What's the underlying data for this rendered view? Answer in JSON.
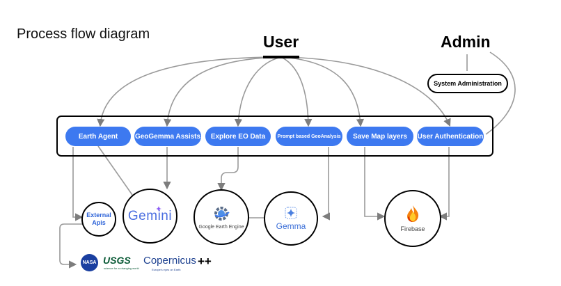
{
  "title": "Process flow diagram",
  "actors": {
    "user": "User",
    "admin": "Admin"
  },
  "admin_box": "System Administration",
  "features": [
    "Earth Agent",
    "GeoGemma Assists",
    "Explore EO Data",
    "Prompt based GeoAnalysis",
    "Save Map layers",
    "User Authentication"
  ],
  "services": {
    "external_apis": [
      "External",
      "Apis"
    ],
    "gemini": "Gemini",
    "google_earth_engine": "Google Earth Engine",
    "gemma": "Gemma",
    "firebase": "Firebase"
  },
  "data_sources": {
    "nasa": "NASA",
    "usgs": "USGS",
    "usgs_tagline": "science for a changing world",
    "copernicus": "Copernicus",
    "copernicus_tagline": "Europe's eyes on Earth",
    "more": "++"
  },
  "colors": {
    "pill": "#3d79f0",
    "line": "#9a9a9a",
    "arrow": "#7d7d7d"
  },
  "icons": [
    "gemini-sparkle-icon",
    "earth-engine-gear-icon",
    "gemma-sparkle-icon",
    "firebase-flame-icon",
    "nasa-logo",
    "usgs-logo",
    "copernicus-logo"
  ]
}
